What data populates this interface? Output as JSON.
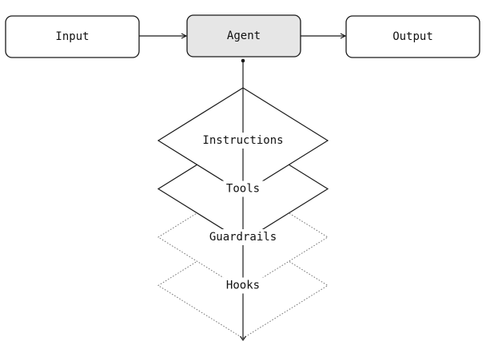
{
  "nodes": {
    "input": "Input",
    "agent": "Agent",
    "output": "Output"
  },
  "layers": [
    {
      "label": "Instructions",
      "style": "solid"
    },
    {
      "label": "Tools",
      "style": "solid"
    },
    {
      "label": "Guardrails",
      "style": "dotted"
    },
    {
      "label": "Hooks",
      "style": "dotted"
    }
  ],
  "colors": {
    "agent_fill": "#e6e6e6",
    "line": "#1a1a1a",
    "dotted_line": "#777777"
  }
}
